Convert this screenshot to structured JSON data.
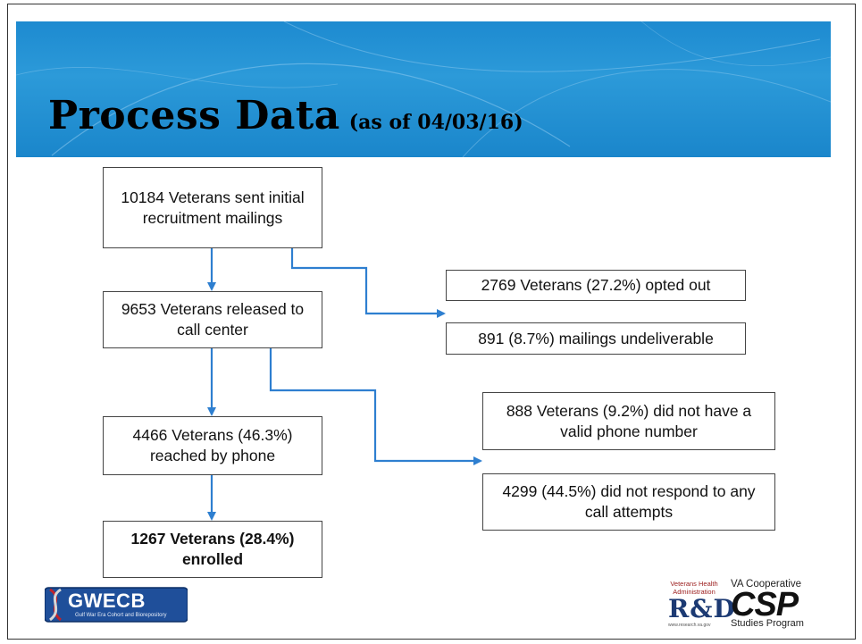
{
  "header": {
    "title": "Process Data",
    "subtitle": "(as of 04/03/16)"
  },
  "flow": {
    "sent": "10184 Veterans sent initial recruitment mailings",
    "released": "9653 Veterans released to call center",
    "reached": "4466 Veterans (46.3%) reached by phone",
    "enrolled": "1267 Veterans (28.4%) enrolled",
    "opted_out": "2769 Veterans (27.2%) opted out",
    "undeliverable": "891 (8.7%) mailings undeliverable",
    "no_phone": "888 Veterans (9.2%) did not have a valid phone number",
    "no_response": "4299 (44.5%) did not respond to any call attempts"
  },
  "logos": {
    "gwecb": "GWECB",
    "gwecb_sub": "Gulf War Era Cohort and Biorepository",
    "rd_top": "Veterans Health Administration",
    "rd_main": "R&D",
    "rd_url": "www.research.va.gov",
    "csp_top": "VA Cooperative",
    "csp_main": "CSP",
    "csp_bottom": "Studies Program"
  },
  "colors": {
    "banner": "#1d8ad0",
    "arrow": "#2e7fd0",
    "title": "#000000"
  }
}
